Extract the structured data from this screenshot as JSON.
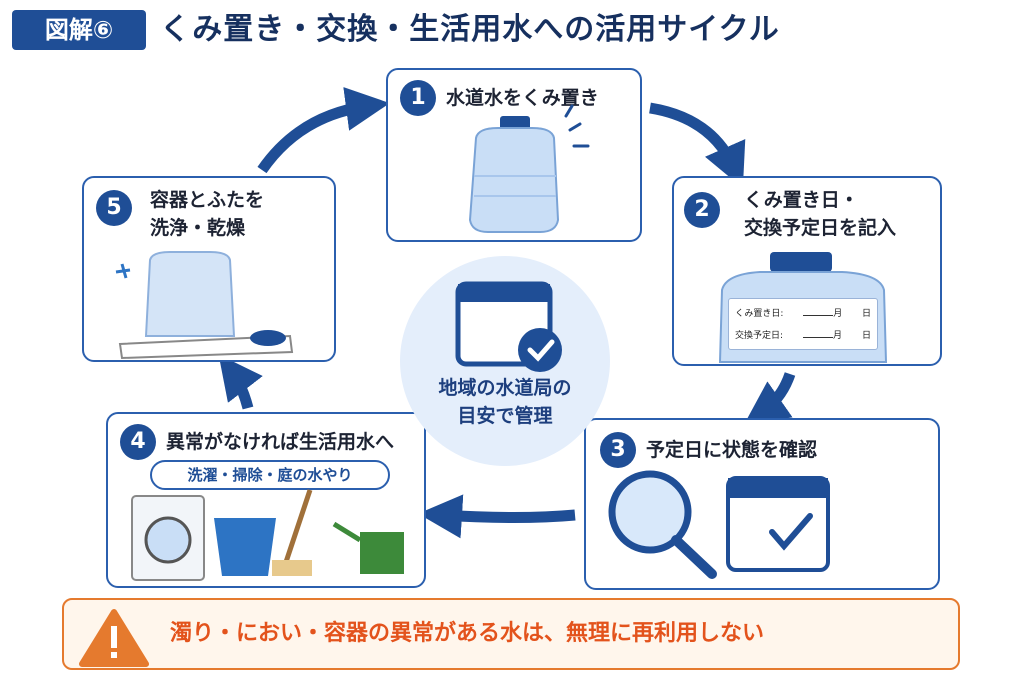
{
  "header": {
    "badge": "図解⑥",
    "title": "くみ置き・交換・生活用水への活用サイクル"
  },
  "steps": [
    {
      "number": "1",
      "lines": [
        "水道水をくみ置き"
      ]
    },
    {
      "number": "2",
      "lines": [
        "くみ置き日・",
        "交換予定日を記入"
      ]
    },
    {
      "number": "3",
      "lines": [
        "予定日に状態を確認"
      ]
    },
    {
      "number": "4",
      "lines": [
        "異常がなければ生活用水へ"
      ],
      "uses": "洗濯・掃除・庭の水やり"
    },
    {
      "number": "5",
      "lines": [
        "容器とふたを",
        "洗浄・乾燥"
      ]
    }
  ],
  "bottle_label": {
    "row1_label": "くみ置き日:",
    "row2_label": "交換予定日:",
    "month": "月",
    "day": "日"
  },
  "center": {
    "lines": [
      "地域の水道局の",
      "目安で管理"
    ]
  },
  "warning": {
    "icon": "warning-icon",
    "text": "濁り・におい・容器の異常がある水は、無理に再利用しない"
  },
  "colors": {
    "primary": "#1f4e96",
    "border": "#2b5fae",
    "warning": "#e3531c",
    "center_bg": "#e4eefb"
  }
}
